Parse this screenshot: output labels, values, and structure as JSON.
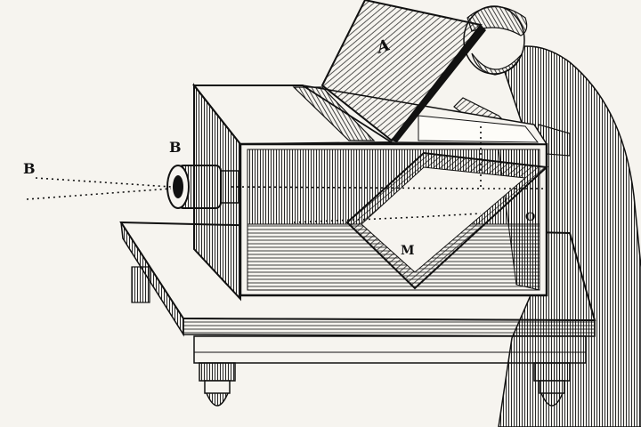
{
  "illustration": {
    "style": "black-and-white engraving",
    "labels": {
      "A": "A",
      "B_left": "B",
      "B_lens": "B",
      "M": "M",
      "O": "O"
    },
    "colors": {
      "ink": "#111111",
      "paper": "#f6f4ef"
    }
  }
}
